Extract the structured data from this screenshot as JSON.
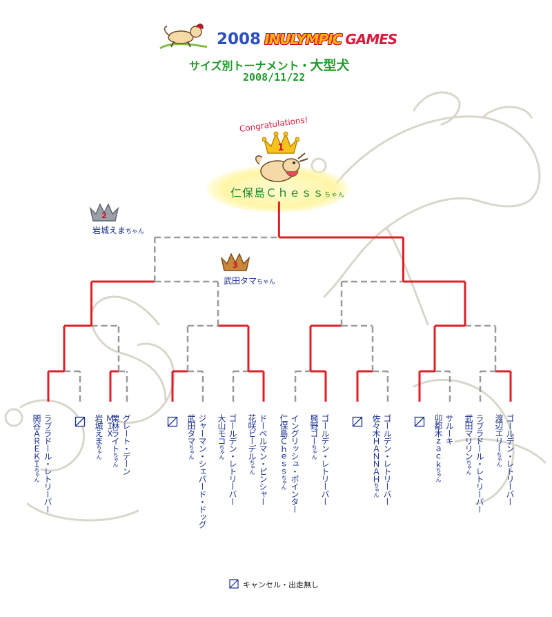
{
  "header": {
    "logo_year": "2008",
    "logo_word": "INULYMPIC",
    "logo_games": "GAMES",
    "subtitle": "サイズ別トーナメント・",
    "subtitle_size": "大型犬",
    "date": "2008/11/22"
  },
  "congratulations": "Congratulations!",
  "champion": {
    "rank": "1",
    "name": "仁保島Ｃｈｅｓｓ",
    "suffix": "ちゃん"
  },
  "second": {
    "rank": "2",
    "name": "岩城えま",
    "suffix": "ちゃん"
  },
  "third": {
    "rank": "3",
    "name": "武田タマ",
    "suffix": "ちゃん"
  },
  "entrants": [
    {
      "breed": "ラブラドール・レトリーバー",
      "name": "関谷ＡＲＥＫＩ",
      "suffix": "ちゃん"
    },
    {
      "breed": "",
      "name": "",
      "suffix": "",
      "cancelled": true
    },
    {
      "breed": "ＭＩＸ",
      "name": "岩城えま",
      "suffix": "ちゃん"
    },
    {
      "breed": "グレート・デーン",
      "name": "栗林ライト",
      "suffix": "ちゃん"
    },
    {
      "breed": "",
      "name": "",
      "suffix": "",
      "cancelled": true
    },
    {
      "breed": "ジャーマン・シェパード・ドッグ",
      "name": "武田タマ",
      "suffix": "ちゃん"
    },
    {
      "breed": "ゴールデン・レトリーバー",
      "name": "大山モコ",
      "suffix": "ちゃん"
    },
    {
      "breed": "ドーベルマン・ピンシャー",
      "name": "花咲ビーデル",
      "suffix": "ちゃん"
    },
    {
      "breed": "イングリッシュ・ポインター",
      "name": "仁保島Ｃｈｅｓｓ",
      "suffix": "ちゃん"
    },
    {
      "breed": "ゴールデン・レトリーバー",
      "name": "興野ゴー",
      "suffix": "ちゃん"
    },
    {
      "breed": "",
      "name": "",
      "suffix": "",
      "cancelled": true
    },
    {
      "breed": "ゴールデン・レトリーバー",
      "name": "佐々木ＨＡＮＮＡＨ",
      "suffix": "ちゃん"
    },
    {
      "breed": "",
      "name": "",
      "suffix": "",
      "cancelled": true
    },
    {
      "breed": "サルーキ",
      "name": "卯都木ｚａｃｋ",
      "suffix": "ちゃん"
    },
    {
      "breed": "ラブラドール・レトリーバー",
      "name": "武田マリリン",
      "suffix": "ちゃん"
    },
    {
      "breed": "ゴールデン・レトリーバー",
      "name": "渡辺エリー",
      "suffix": "ちゃん"
    }
  ],
  "legend": {
    "text": "キャンセル・出走無し"
  },
  "colors": {
    "winner_line": "#e01e25",
    "loser_line": "#9a9a9a",
    "gold": "#f6c21c",
    "silver": "#9aa0a8",
    "bronze": "#c8873a",
    "text_blue": "#1b2f8f",
    "green": "#1f9a2a"
  }
}
